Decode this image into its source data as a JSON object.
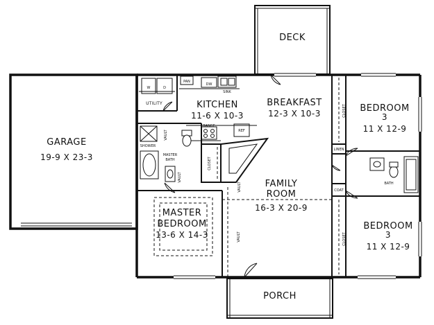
{
  "rooms": {
    "deck": {
      "name": "DECK"
    },
    "kitchen": {
      "name": "KITCHEN",
      "dims": "11-6 X 10-3"
    },
    "breakfast": {
      "name": "BREAKFAST",
      "dims": "12-3 X 10-3"
    },
    "garage": {
      "name": "GARAGE",
      "dims": "19-9 X 23-3"
    },
    "bedroom_upper": {
      "name": "BEDROOM",
      "number": "3",
      "dims": "11 X 12-9"
    },
    "bedroom_lower": {
      "name": "BEDROOM",
      "number": "3",
      "dims": "11 X 12-9"
    },
    "family_room": {
      "name_line1": "FAMILY",
      "name_line2": "ROOM",
      "dims": "16-3 X 20-9"
    },
    "master_bedroom": {
      "name_line1": "MASTER",
      "name_line2": "BEDROOM",
      "dims": "13-6 X 14-3"
    },
    "porch": {
      "name": "PORCH"
    }
  },
  "small_labels": {
    "utility": "UTILITY",
    "pan": "PAN",
    "dw": "DW",
    "sink": "SINK",
    "range": "RANGE",
    "ref": "REF",
    "w": "W",
    "d": "D",
    "shower": "SHOWER",
    "vault_master_bath": "VAULT",
    "master_bath_line1": "MASTER",
    "master_bath_line2": "BATH",
    "closet_master": "CLOSET",
    "vault_hall": "VAULT",
    "vault_family": "VAULT",
    "vault_master": "VAULT",
    "closet_upper": "CLOSET",
    "closet_lower": "CLOSET",
    "linen": "LINEN",
    "coat": "COAT",
    "bath": "BATH"
  }
}
